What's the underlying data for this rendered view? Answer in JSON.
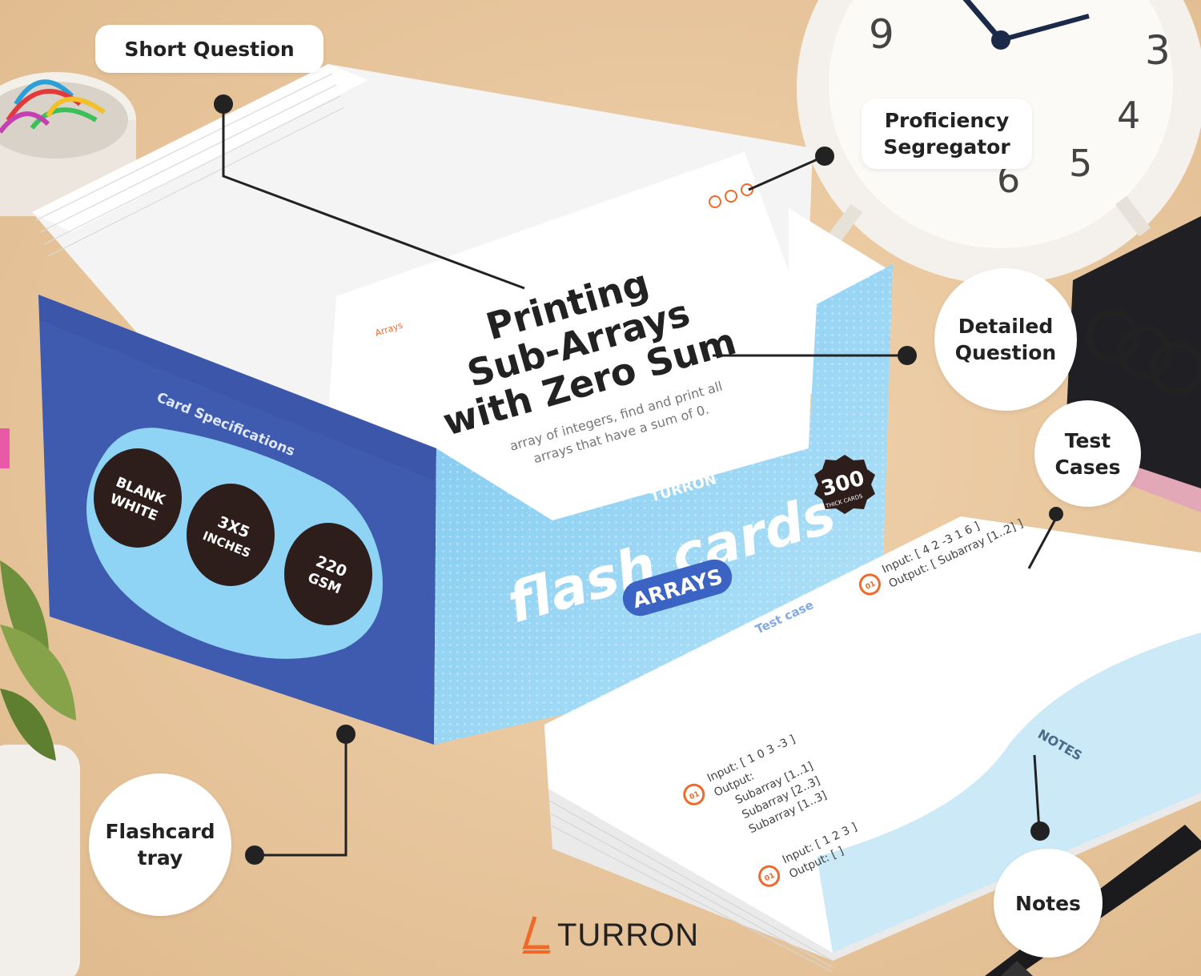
{
  "callouts": {
    "short_question": "Short Question",
    "proficiency_segregator": "Proficiency\nSegregator",
    "detailed_question": "Detailed\nQuestion",
    "test_cases": "Test\nCases",
    "flashcard_tray": "Flashcard\ntray",
    "notes": "Notes"
  },
  "card": {
    "category": "Arrays",
    "title_lines": [
      "Printing",
      "Sub-Arrays",
      "with Zero Sum"
    ],
    "desc_lines": [
      "array of integers, find and print all",
      "arrays that have a sum of 0."
    ]
  },
  "box": {
    "spec_heading": "Card Specifications",
    "specs": [
      {
        "line1": "BLANK",
        "line2": "WHITE"
      },
      {
        "line1": "3X5",
        "line2": "INCHES"
      },
      {
        "line1": "220",
        "line2": "GSM"
      }
    ],
    "brand_small": "TURRON",
    "product_line1": "flash cards",
    "badge": "ARRAYS",
    "count": "300",
    "count_sub": "THICK CARDS"
  },
  "answer_card": {
    "test_case_label": "Test case",
    "num_badge": "01",
    "tc1_input": "Input: [ 4 2 -3 1 6 ]",
    "tc1_output": "Output: [ Subarray [1..2] ]",
    "ex1_input": "Input: [ 1 0 3 -3 ]",
    "ex1_output": "Output:",
    "ex1_sub1": "Subarray [1..1]",
    "ex1_sub2": "Subarray [2..3]",
    "ex1_sub3": "Subarray [1..3]",
    "ex2_input": "Input: [ 1 2 3 ]",
    "ex2_output": "Output: [ ]",
    "notes_label": "NOTES"
  },
  "clock": {
    "n9": "9",
    "n3": "3",
    "n4": "4",
    "n5": "5",
    "n6": "6"
  },
  "footer": {
    "brand": "TURRON"
  },
  "colors": {
    "background": "#e9c9a1",
    "box_dark_blue": "#3f5bb0",
    "box_light_blue": "#8fd3f5",
    "badge_blue": "#3b63c4",
    "accent_orange": "#ef6a2a",
    "spec_circle": "#2d1e1c"
  }
}
